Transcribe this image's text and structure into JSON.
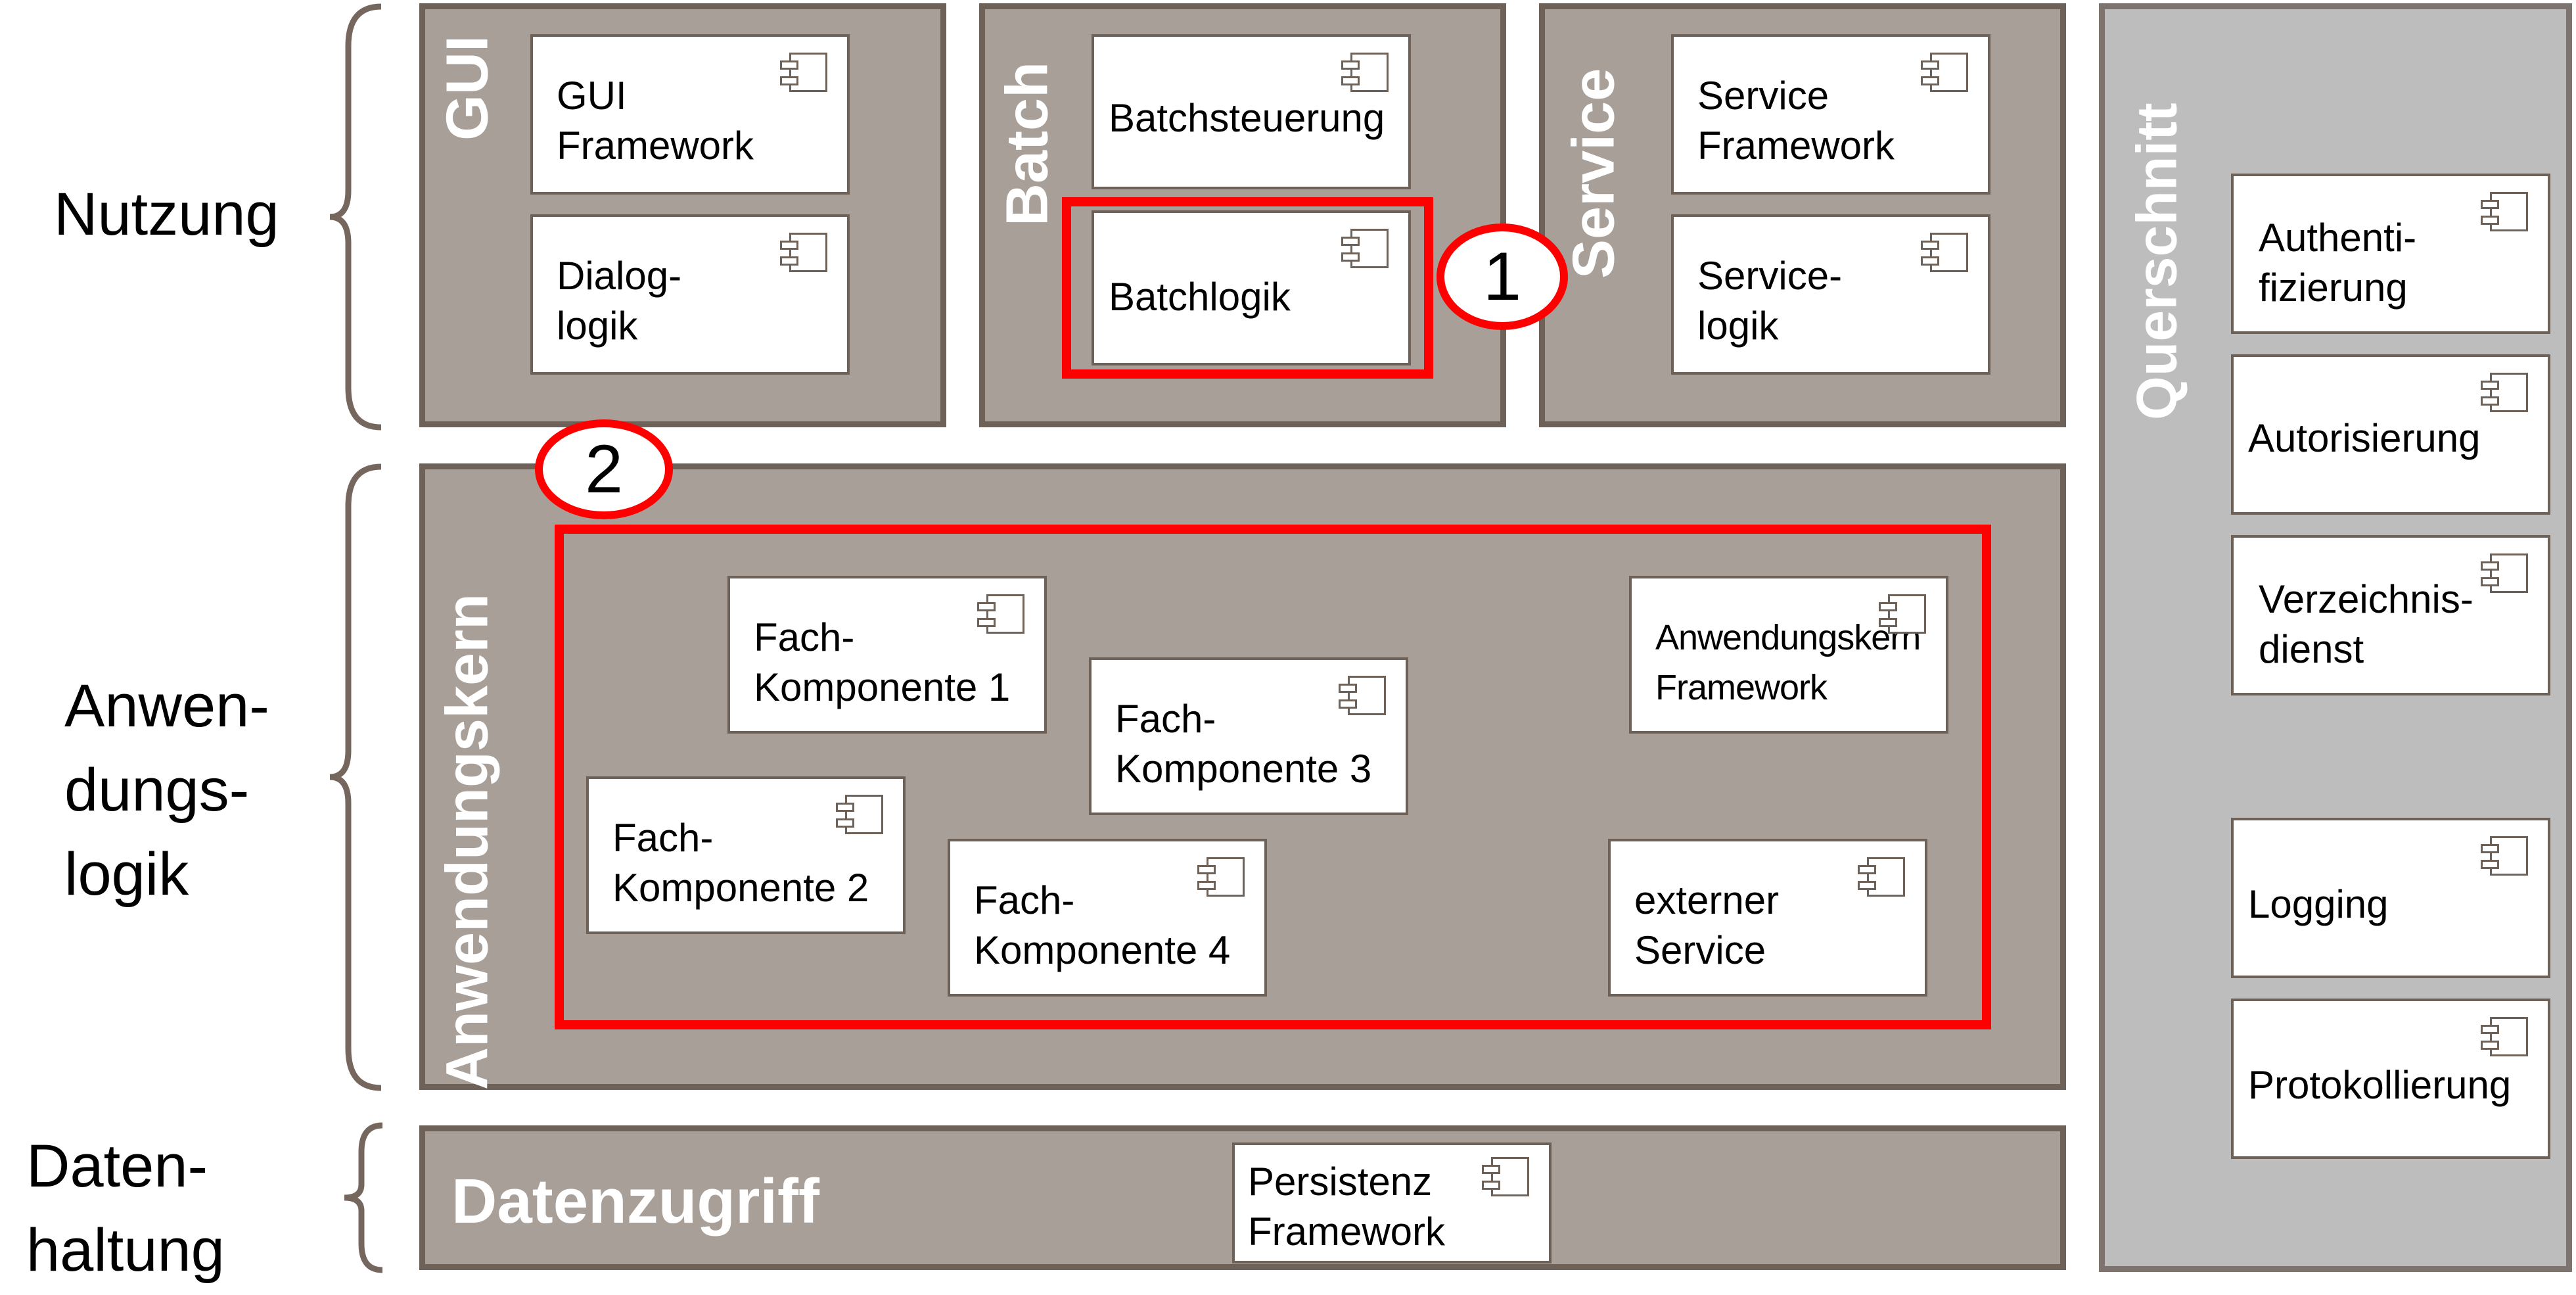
{
  "layers": {
    "nutzung": "Nutzung",
    "anwendungslogik": "Anwen-\ndungs-\nlogik",
    "datenhaltung": "Daten-\nhaltung"
  },
  "panels": {
    "gui": "GUI",
    "batch": "Batch",
    "service": "Service",
    "querschnitt": "Querschnitt",
    "anwendungskern": "Anwendungskern",
    "datenzugriff": "Datenzugriff"
  },
  "components": {
    "gui_framework": "GUI\nFramework",
    "dialoglogik": "Dialog-\nlogik",
    "batchsteuerung": "Batchsteuerung",
    "batchlogik": "Batchlogik",
    "service_framework": "Service\nFramework",
    "servicelogik": "Service-\nlogik",
    "authentifizierung": "Authenti-\nfizierung",
    "autorisierung": "Autorisierung",
    "verzeichnisdienst": "Verzeichnis-\ndienst",
    "logging": "Logging",
    "protokollierung": "Protokollierung",
    "fachkomponente_1": "Fach-\nKomponente 1",
    "fachkomponente_2": "Fach-\nKomponente 2",
    "fachkomponente_3": "Fach-\nKomponente 3",
    "fachkomponente_4": "Fach-\nKomponente 4",
    "anwendungskern_framework": "Anwendungskern\nFramework",
    "externer_service": "externer\nService",
    "persistenz_framework": "Persistenz\nFramework"
  },
  "markers": {
    "marker_1": "1",
    "marker_2": "2"
  },
  "colors": {
    "panel_fill": "#a79f98",
    "panel_border": "#6e6158",
    "querschnitt_fill": "#bdbdbd",
    "highlight": "#ff0000",
    "brace": "#75675e"
  },
  "icons": {
    "component": "uml-component-icon",
    "brace": "curly-brace-icon"
  }
}
